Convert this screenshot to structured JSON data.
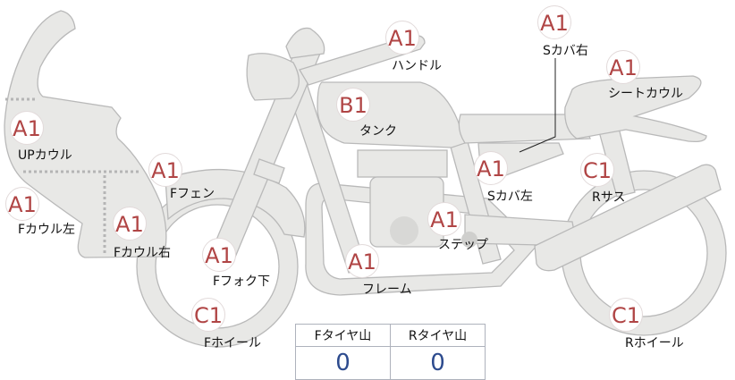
{
  "parts": [
    {
      "id": "up-cowl",
      "grade": "A1",
      "label": "UPカウル"
    },
    {
      "id": "f-cowl-left",
      "grade": "A1",
      "label": "Fカウル左"
    },
    {
      "id": "f-cowl-right",
      "grade": "A1",
      "label": "Fカウル右"
    },
    {
      "id": "f-fender",
      "grade": "A1",
      "label": "Fフェン"
    },
    {
      "id": "f-fork-lower",
      "grade": "A1",
      "label": "Fフォク下"
    },
    {
      "id": "f-wheel",
      "grade": "C1",
      "label": "Fホイール"
    },
    {
      "id": "handle",
      "grade": "A1",
      "label": "ハンドル"
    },
    {
      "id": "tank",
      "grade": "B1",
      "label": "タンク"
    },
    {
      "id": "frame",
      "grade": "A1",
      "label": "フレーム"
    },
    {
      "id": "step",
      "grade": "A1",
      "label": "ステップ"
    },
    {
      "id": "side-cover-left",
      "grade": "A1",
      "label": "Sカバ左"
    },
    {
      "id": "side-cover-right",
      "grade": "A1",
      "label": "Sカバ右"
    },
    {
      "id": "seat-cowl",
      "grade": "A1",
      "label": "シートカウル"
    },
    {
      "id": "r-suspension",
      "grade": "C1",
      "label": "Rサス"
    },
    {
      "id": "r-wheel",
      "grade": "C1",
      "label": "Rホイール"
    }
  ],
  "tread": {
    "front_label": "Fタイヤ山",
    "rear_label": "Rタイヤ山",
    "front_value": "0",
    "rear_value": "0"
  },
  "colors": {
    "grade": "#b04545",
    "value": "#2d4b8e",
    "part_fill": "#e8e8e6"
  }
}
